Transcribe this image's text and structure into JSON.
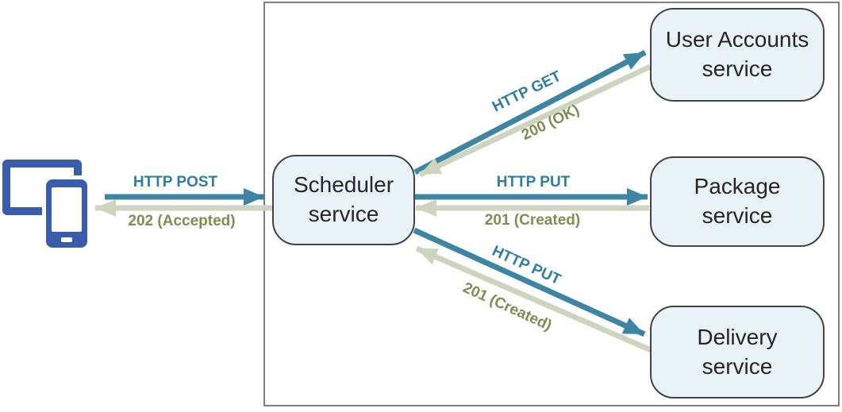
{
  "nodes": {
    "scheduler": {
      "label": "Scheduler\nservice"
    },
    "user_accounts": {
      "label": "User Accounts\nservice"
    },
    "package": {
      "label": "Package\nservice"
    },
    "delivery": {
      "label": "Delivery\nservice"
    }
  },
  "edges": {
    "client_to_scheduler": {
      "request": "HTTP POST",
      "response": "202 (Accepted)"
    },
    "scheduler_to_useraccounts": {
      "request": "HTTP GET",
      "response": "200 (OK)"
    },
    "scheduler_to_package": {
      "request": "HTTP PUT",
      "response": "201 (Created)"
    },
    "scheduler_to_delivery": {
      "request": "HTTP PUT",
      "response": "201 (Created)"
    }
  },
  "icons": {
    "client": "client-devices-icon"
  },
  "colors": {
    "request_arrow": "#3d85a3",
    "request_text": "#2e7ea0",
    "response_arrow": "#cdd5be",
    "response_text": "#7e8e52",
    "node_fill": "#e9f3f7",
    "node_border": "#3f4446",
    "boundary_border": "#7f7f7f",
    "device_blue": "#3a5cad"
  }
}
